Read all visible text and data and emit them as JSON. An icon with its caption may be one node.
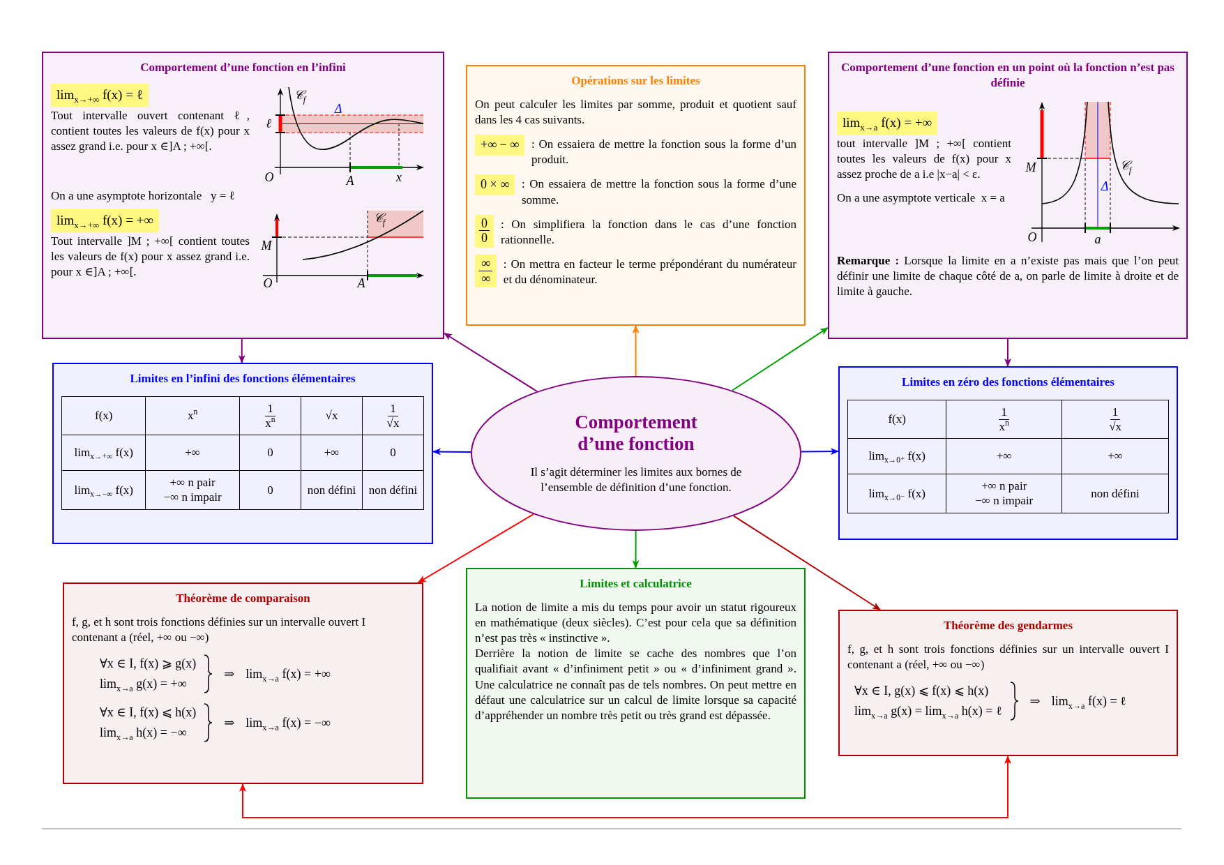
{
  "diagram": {
    "nodes": [
      {
        "text": [
          "Comportement d’une fonction",
          "Il s’agit déterminer les limites aux bornes de l’ensemble de définition d’une fonction."
        ]
      },
      {
        "text": [
          "Comportement d’une fonction en l’infini",
          "lim$_{x→+∞}$ f(x) = ℓ",
          "Tout intervalle ouvert contenant ℓ, contient toutes les valeurs de f(x) pour x assez grand i.e. pour x ∈]A ; +∞[.",
          "On a une asymptote horizontale   y = ℓ",
          "lim$_{x→+∞}$ f(x) = +∞",
          "Tout intervalle ]M ; +∞[ contient toutes les valeurs de f(x) pour x assez grand i.e. pour x ∈]A ; +∞[."
        ]
      },
      {
        "text": [
          "Opérations sur les limites",
          "On peut calculer les limites par somme, produit et quotient sauf dans les 4 cas suivants.",
          "+∞ − ∞",
          ": On essaiera de mettre la fonction sous la forme d’un produit.",
          "0 × ∞",
          ": On essaiera de mettre la fonction sous la forme d’une somme.",
          "0",
          "0",
          ": On simplifiera la fonction dans le cas d’une fonction rationnelle.",
          "∞",
          "∞",
          ": On mettra en facteur le terme prépondérant du numérateur et du dénominateur."
        ]
      },
      {
        "text": [
          "Comportement d’une fonction en un point où la fonction n’est pas définie",
          "lim$_{x→a}$ f(x) = +∞",
          "tout intervalle ]M ; +∞[ contient toutes les valeurs de f(x) pour x assez proche de a  i.e |x−a| < ε.",
          "On a une asymptote verticale  x = a",
          "**Remarque :** Lorsque la limite en a n’existe pas mais que l’on peut définir une limite de chaque côté de a, on parle de limite à droite et de limite à gauche."
        ]
      },
      {
        "text": [
          "Limites en l’infini des fonctions élémentaires"
        ]
      },
      {
        "text": [
          "Limites en zéro des fonctions élémentaires"
        ]
      },
      {
        "text": [
          "Théorème de comparaison",
          "f, g, et h sont trois fonctions définies sur un intervalle ouvert I contenant a (réel, +∞ ou −∞)",
          "∀x ∈ I,  f(x) ⩾ g(x)",
          "lim$_{x→a}$ g(x) = +∞",
          "⇒",
          "lim$_{x→a}$ f(x) = +∞",
          "∀x ∈ I,  f(x) ⩽ h(x)",
          "lim$_{x→a}$ h(x) = −∞",
          "⇒",
          "lim$_{x→a}$ f(x) = −∞"
        ]
      },
      {
        "text": [
          "Limites et calculatrice",
          "La notion de limite a mis du temps pour avoir un statut rigoureux en mathématique (deux siècles). C’est pour cela que sa définition n’est pas très « instinctive ».",
          "Derrière la notion de limite se cache des nombres que l’on qualifiait avant « d’infiniment petit » ou « d’infiniment grand ». Une calculatrice ne connaît pas de tels nombres. On peut mettre en défaut une calculatrice sur un calcul de limite lorsque sa capacité d’appréhender un nombre très petit ou très grand est dépassée."
        ]
      },
      {
        "text": [
          "Théorème des gendarmes",
          "f, g, et h sont trois fonctions définies sur un intervalle ouvert I contenant a (réel, +∞ ou −∞)",
          "∀x ∈ I,  g(x) ⩽ f(x) ⩽ h(x)",
          "lim$_{x→a}$ g(x) = lim$_{x→a}$ h(x) = ℓ",
          "⇒",
          "lim$_{x→a}$ f(x) = ℓ"
        ]
      }
    ],
    "edges": [
      {
        "from": 0,
        "to": 1,
        "arrow": "to",
        "color": "#800080"
      },
      {
        "from": 0,
        "to": 2,
        "arrow": "to",
        "color": "#ff8000"
      },
      {
        "from": 0,
        "to": 3,
        "arrow": "to",
        "color": "#00a000"
      },
      {
        "from": 0,
        "to": 4,
        "arrow": "to",
        "color": "#0000ff"
      },
      {
        "from": 0,
        "to": 5,
        "arrow": "to",
        "color": "#0000ff"
      },
      {
        "from": 0,
        "to": 6,
        "arrow": "to",
        "color": "#ff0000"
      },
      {
        "from": 0,
        "to": 7,
        "arrow": "to",
        "color": "#00a000"
      },
      {
        "from": 0,
        "to": 8,
        "arrow": "to",
        "color": "#b00000"
      },
      {
        "from": 1,
        "to": 4,
        "arrow": "to",
        "color": "#800080"
      },
      {
        "from": 3,
        "to": 5,
        "arrow": "to",
        "color": "#800080"
      },
      {
        "from": 6,
        "to": 8,
        "arrow": "both",
        "color": "#ff0000"
      }
    ],
    "labels": [
      "𝒞$_{f}$",
      "Δ",
      "ℓ",
      "O",
      "A",
      "x",
      "𝒞$_{f}$",
      "M",
      "O",
      "A",
      "𝒞$_{f}$",
      "M",
      "Δ",
      "O",
      "a",
      "f(x)",
      "x$^{n}$",
      "1",
      "x$^{n}$",
      "√x",
      "1",
      "√x",
      "lim$_{x→+∞}$ f(x)",
      "+∞",
      "0",
      "+∞",
      "0",
      "lim$_{x→−∞}$ f(x)",
      "+∞ n pair",
      "−∞ n impair",
      "0",
      "non défini",
      "non défini",
      "f(x)",
      "1",
      "x$^{n}$",
      "1",
      "√x",
      "lim$_{x→0⁺}$ f(x)",
      "+∞",
      "+∞",
      "lim$_{x→0⁻}$ f(x)",
      "+∞ n pair",
      "−∞ n impair",
      "non défini"
    ]
  }
}
